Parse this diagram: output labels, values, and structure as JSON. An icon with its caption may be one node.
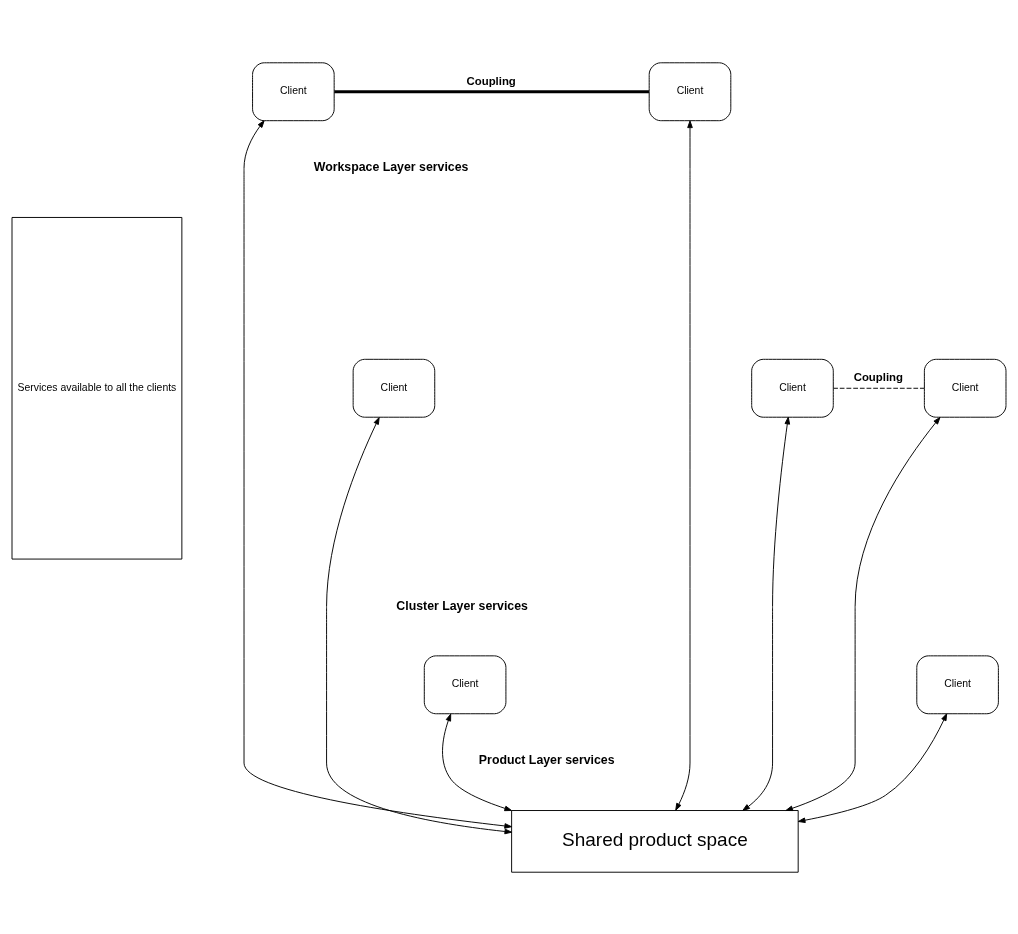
{
  "diagram": {
    "nodes": [
      {
        "text": [
          "Services available to all the clients"
        ]
      },
      {
        "text": [
          "Client"
        ]
      },
      {
        "text": [
          "Client"
        ]
      },
      {
        "text": [
          "Client"
        ]
      },
      {
        "text": [
          "Client"
        ]
      },
      {
        "text": [
          "Client"
        ]
      },
      {
        "text": [
          "Client"
        ]
      },
      {
        "text": [
          "Client"
        ]
      },
      {
        "text": [
          "Shared product space"
        ]
      }
    ],
    "edges": [
      {
        "from": 1,
        "to": 2,
        "arrow": "none",
        "label": "Coupling",
        "style": "thick"
      },
      {
        "from": 4,
        "to": 5,
        "arrow": "none",
        "label": "Coupling",
        "style": "dashed"
      },
      {
        "from": 1,
        "to": 8,
        "arrow": "both"
      },
      {
        "from": 2,
        "to": 8,
        "arrow": "both"
      },
      {
        "from": 3,
        "to": 8,
        "arrow": "both"
      },
      {
        "from": 4,
        "to": 8,
        "arrow": "both"
      },
      {
        "from": 5,
        "to": 8,
        "arrow": "both"
      },
      {
        "from": 6,
        "to": 8,
        "arrow": "both"
      },
      {
        "from": 7,
        "to": 8,
        "arrow": "both"
      }
    ],
    "labels": [
      "Workspace Layer services",
      "Cluster Layer services",
      "Product Layer services"
    ]
  }
}
